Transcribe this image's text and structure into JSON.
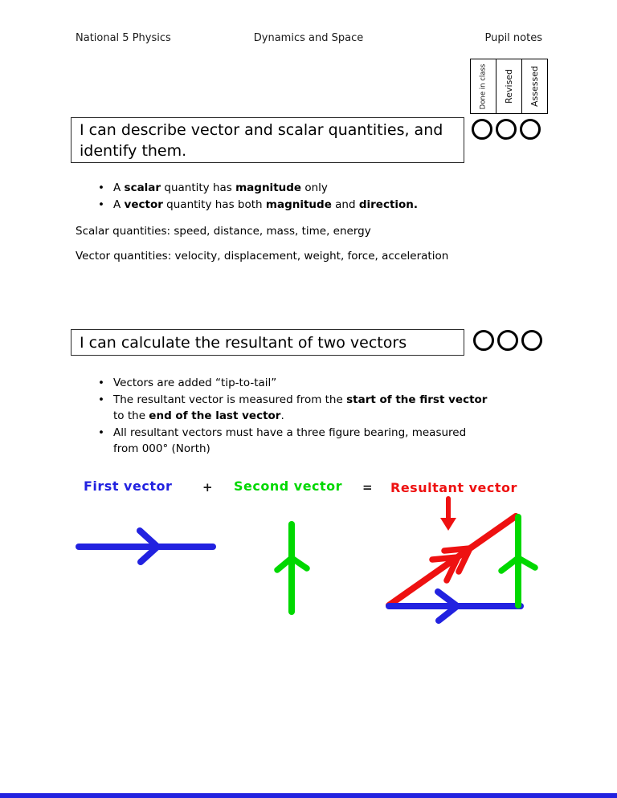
{
  "header": {
    "left": "National 5 Physics",
    "center": "Dynamics and Space",
    "right": "Pupil notes"
  },
  "status_table": {
    "col1": "Done in class",
    "col2": "Revised",
    "col3": "Assessed"
  },
  "outcome1": {
    "line1": "I can describe vector and scalar quantities, and",
    "line2": "identify them."
  },
  "outcome2": {
    "title": "I can calculate the resultant of two vectors"
  },
  "bullets1": {
    "b1": {
      "pre": "A ",
      "bold1": "scalar",
      "mid": " quantity has ",
      "bold2": "magnitude",
      "post": " only"
    },
    "b2": {
      "pre": "A ",
      "bold1": "vector",
      "mid": " quantity has both ",
      "bold2": "magnitude",
      "mid2": " and ",
      "bold3": "direction."
    }
  },
  "para": {
    "scalar": "Scalar quantities: speed, distance, mass, time, energy",
    "vector": "Vector quantities: velocity, displacement, weight, force, acceleration"
  },
  "bullets2": {
    "b1": "Vectors are added “tip-to-tail”",
    "b2": {
      "l1pre": "The resultant vector is measured from the ",
      "l1bold": "start of the first vector",
      "l2pre": "to the ",
      "l2bold": "end of the last vector",
      "l2post": "."
    },
    "b3": {
      "l1": "All resultant vectors must have a three figure bearing, measured",
      "l2": "from 000° (North)"
    }
  },
  "diagram": {
    "first_label": "First vector",
    "plus": "+",
    "second_label": "Second vector",
    "equals": "=",
    "resultant_label": "Resultant vector"
  },
  "colors": {
    "blue": "#2222e0",
    "green": "#00d800",
    "red": "#ee1111",
    "ink": "#000000"
  }
}
